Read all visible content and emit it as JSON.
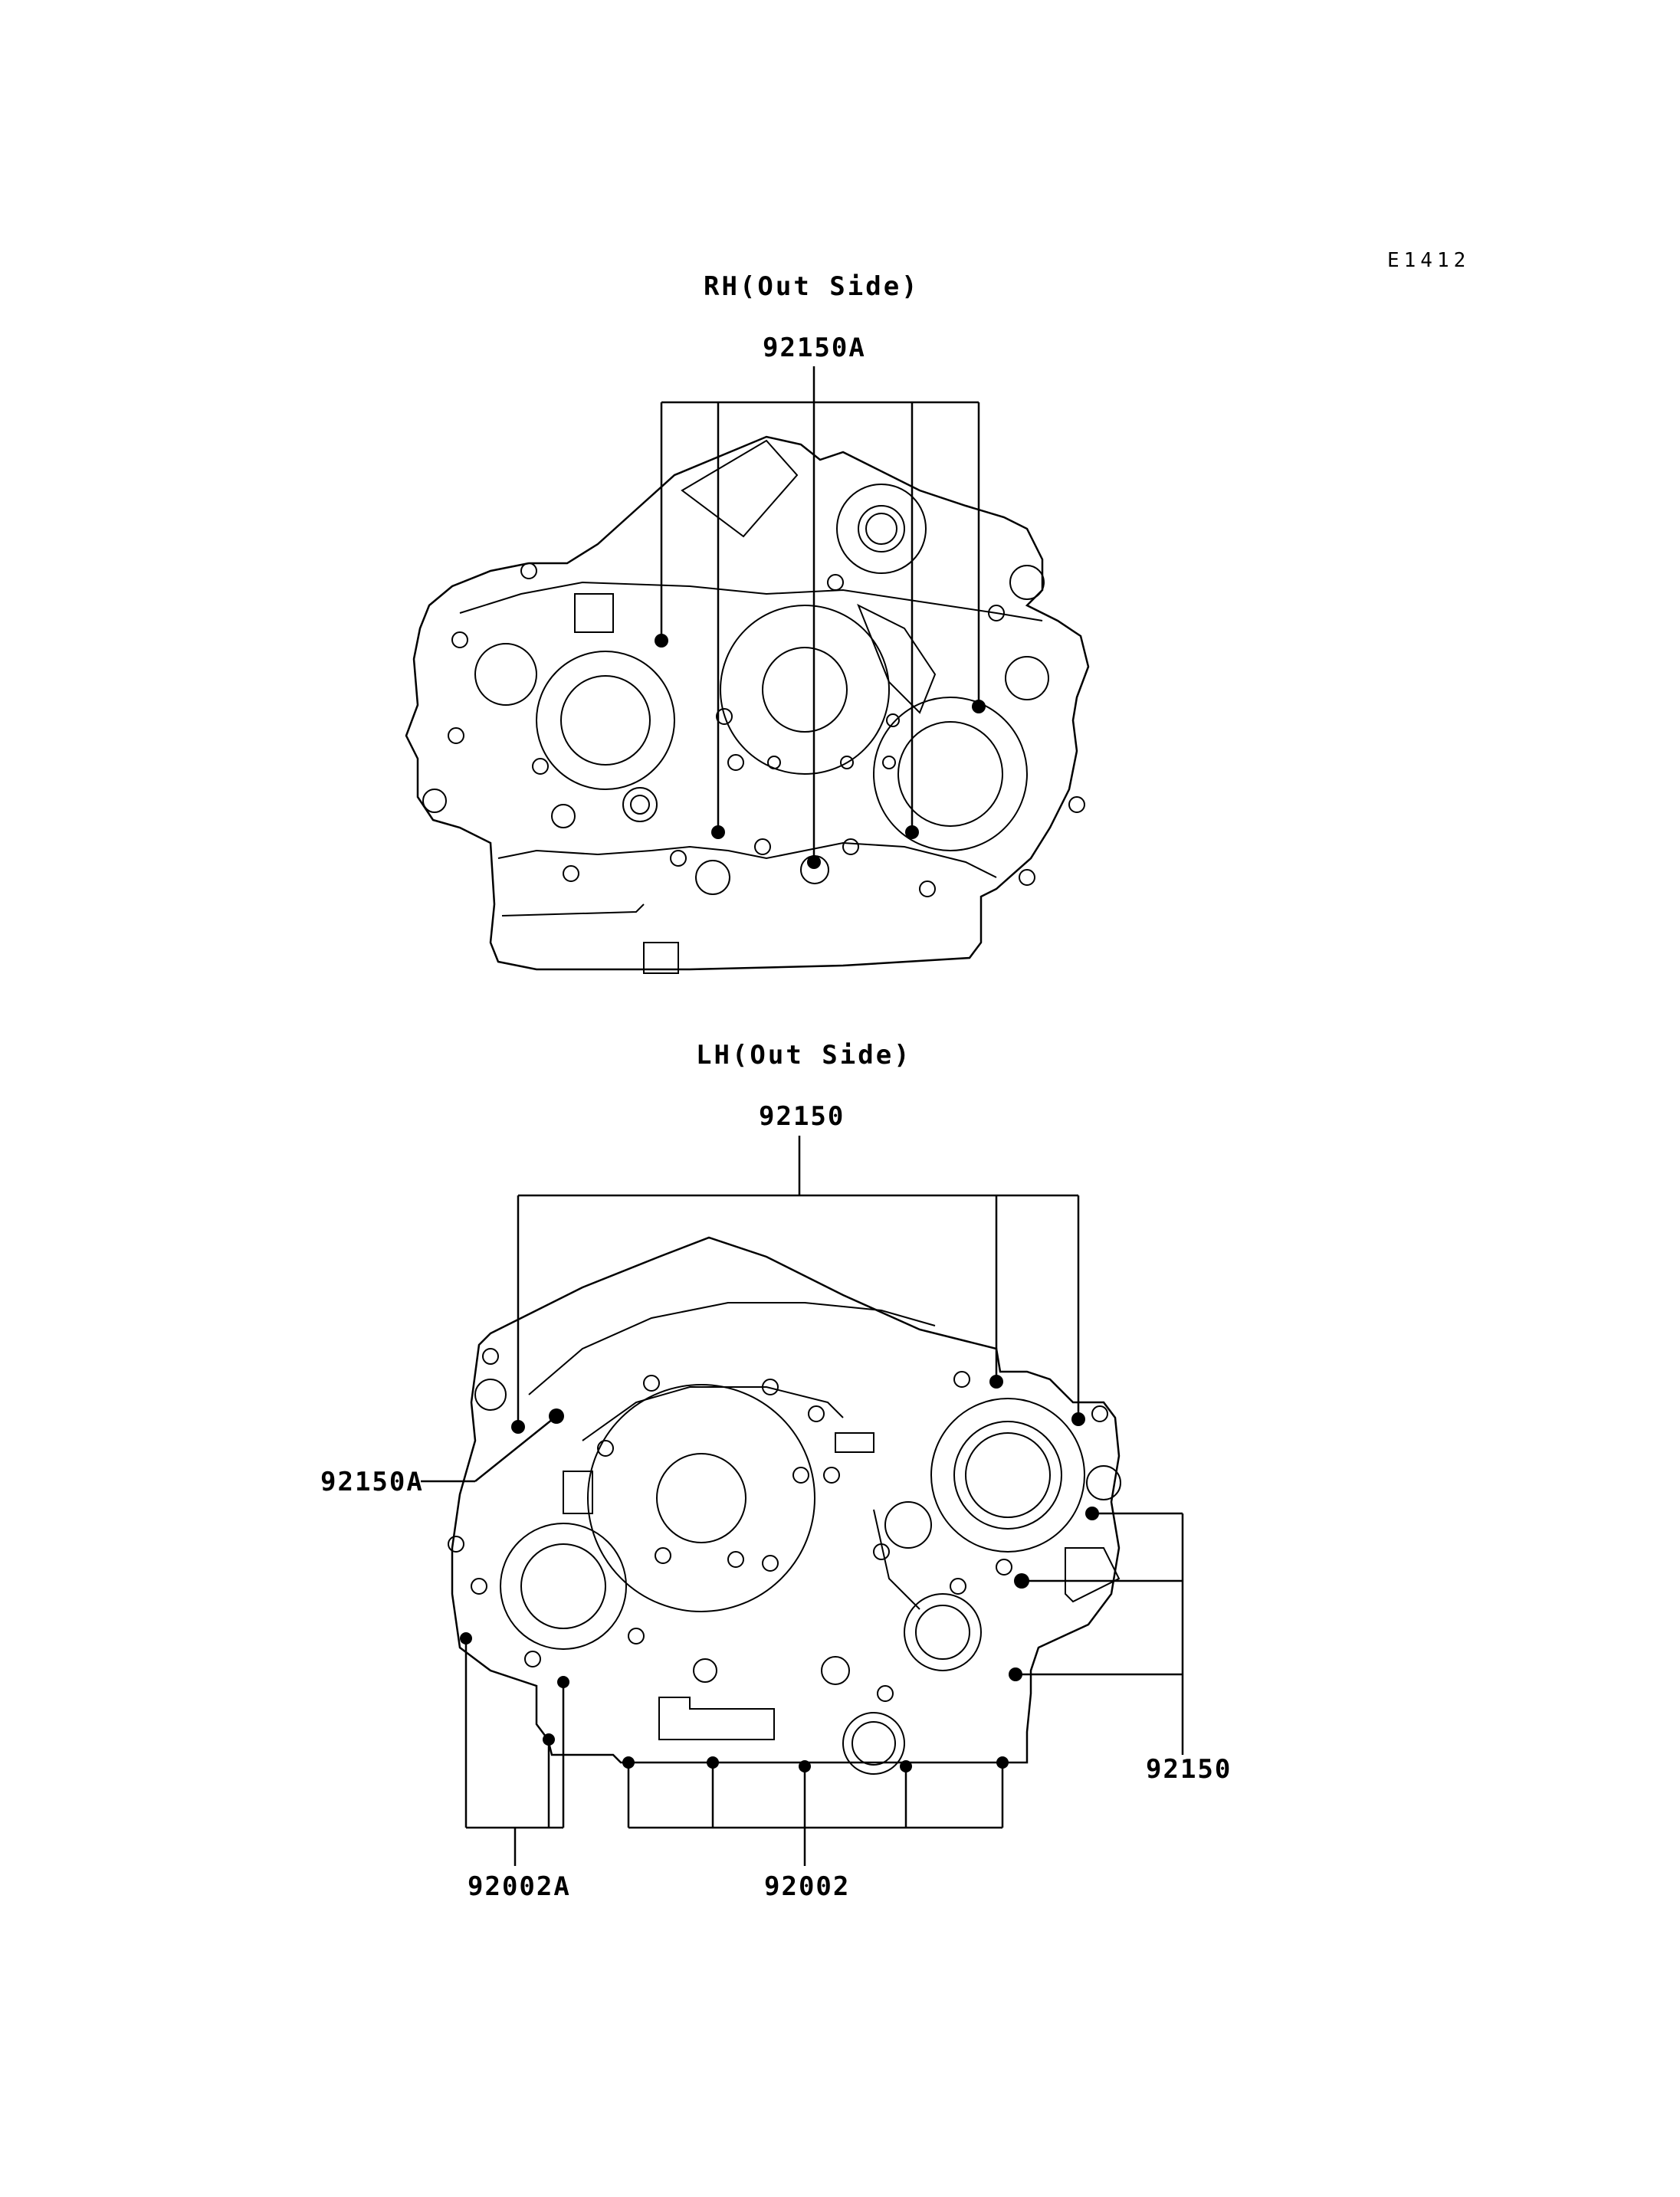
{
  "drawing_code": "E1412",
  "views": {
    "rh": {
      "title": "RH(Out Side)",
      "callout_top": "92150A"
    },
    "lh": {
      "title": "LH(Out Side)",
      "callout_top": "92150",
      "callout_left": "92150A",
      "callout_right": "92150",
      "callout_bottom_left": "92002A",
      "callout_bottom_center": "92002"
    }
  }
}
